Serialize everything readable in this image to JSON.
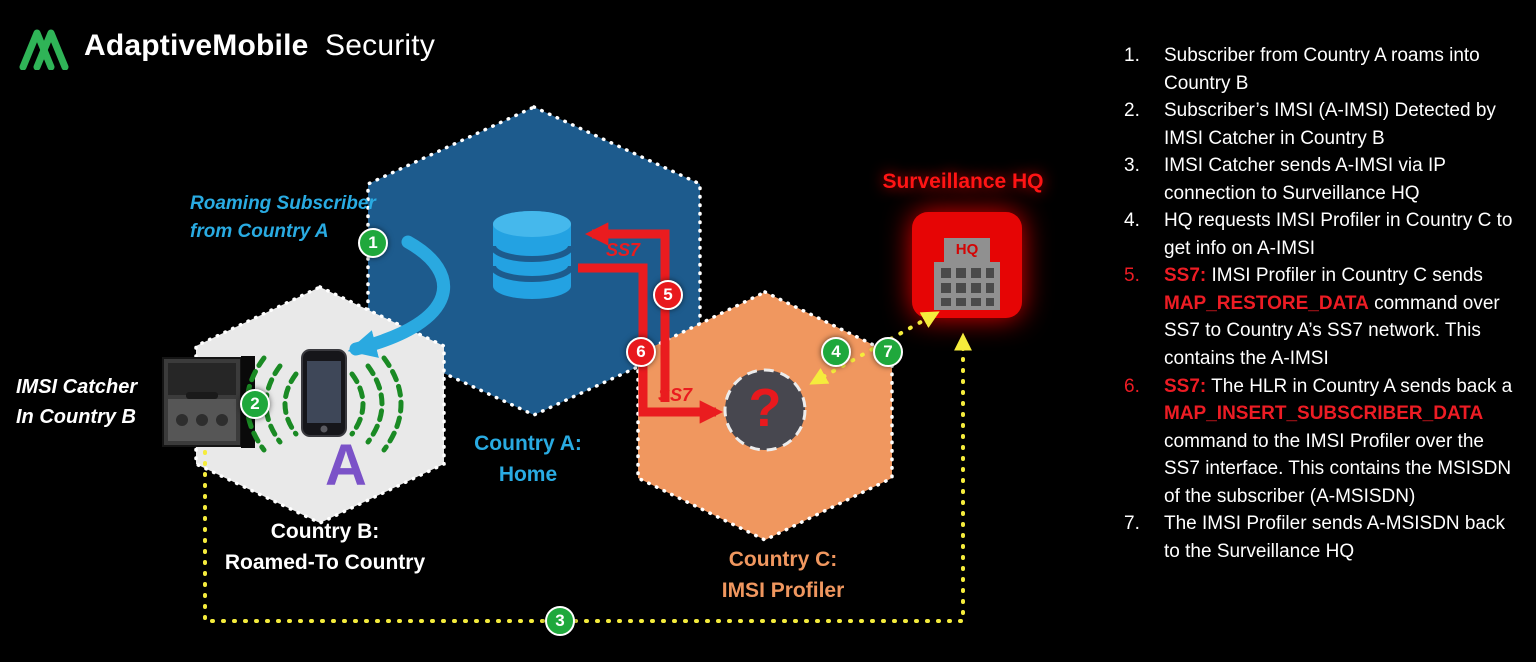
{
  "logo": {
    "brand_bold": "AdaptiveMobile",
    "brand_light": "Security"
  },
  "colors": {
    "hex_country_a": "#1d5b8d",
    "hex_country_b": "#e9e9e9",
    "hex_country_c": "#f0975f",
    "accent_blue": "#29abe2",
    "accent_red": "#ea1c1f",
    "accent_yellow": "#f5ec3c",
    "accent_green_badge": "#1fa83c",
    "surveillance_red": "#e60505",
    "purple_mark": "#7b52c8"
  },
  "diagram": {
    "roaming_label_line1": "Roaming Subscriber",
    "roaming_label_line2": "from Country A",
    "imsi_catcher_line1": "IMSI Catcher",
    "imsi_catcher_line2": "In Country B",
    "country_a_line1": "Country A:",
    "country_a_line2": "Home",
    "country_b_line1": "Country B:",
    "country_b_line2": "Roamed-To Country",
    "country_c_line1": "Country C:",
    "country_c_line2": "IMSI Profiler",
    "surveillance_label": "Surveillance HQ",
    "hq_text": "HQ",
    "question_mark": "?",
    "purple_a": "A",
    "ss7_label_top": "SS7",
    "ss7_label_bottom": "SS7",
    "badges": [
      {
        "num": "1",
        "color": "green"
      },
      {
        "num": "2",
        "color": "green"
      },
      {
        "num": "3",
        "color": "green"
      },
      {
        "num": "4",
        "color": "green"
      },
      {
        "num": "5",
        "color": "red"
      },
      {
        "num": "6",
        "color": "red"
      },
      {
        "num": "7",
        "color": "green"
      }
    ]
  },
  "steps": [
    {
      "num": "1.",
      "red_num": false,
      "segments": [
        {
          "text": "Subscriber from Country A roams into Country B",
          "style": "normal"
        }
      ]
    },
    {
      "num": "2.",
      "red_num": false,
      "segments": [
        {
          "text": "Subscriber’s IMSI (A-IMSI) Detected by IMSI Catcher in Country B",
          "style": "normal"
        }
      ]
    },
    {
      "num": "3.",
      "red_num": false,
      "segments": [
        {
          "text": "IMSI Catcher sends A-IMSI via IP connection to Surveillance HQ",
          "style": "normal"
        }
      ]
    },
    {
      "num": "4.",
      "red_num": false,
      "segments": [
        {
          "text": "HQ requests IMSI Profiler in Country C to get info on A-IMSI",
          "style": "normal"
        }
      ]
    },
    {
      "num": "5.",
      "red_num": true,
      "segments": [
        {
          "text": "SS7:",
          "style": "red"
        },
        {
          "text": " IMSI Profiler in Country C sends ",
          "style": "normal"
        },
        {
          "text": "MAP_RESTORE_DATA",
          "style": "red"
        },
        {
          "text": " command over SS7 to Country A’s SS7 network. This contains the A-IMSI",
          "style": "normal"
        }
      ]
    },
    {
      "num": "6.",
      "red_num": true,
      "segments": [
        {
          "text": "SS7:",
          "style": "red"
        },
        {
          "text": " The HLR in Country A sends back a ",
          "style": "normal"
        },
        {
          "text": "MAP_INSERT_SUBSCRIBER_DATA",
          "style": "red"
        },
        {
          "text": " command to the IMSI Profiler over the SS7 interface. This contains the MSISDN of the subscriber (A-MSISDN)",
          "style": "normal"
        }
      ]
    },
    {
      "num": "7.",
      "red_num": false,
      "segments": [
        {
          "text": "The IMSI Profiler sends A-MSISDN back to the Surveillance HQ",
          "style": "normal"
        }
      ]
    }
  ]
}
